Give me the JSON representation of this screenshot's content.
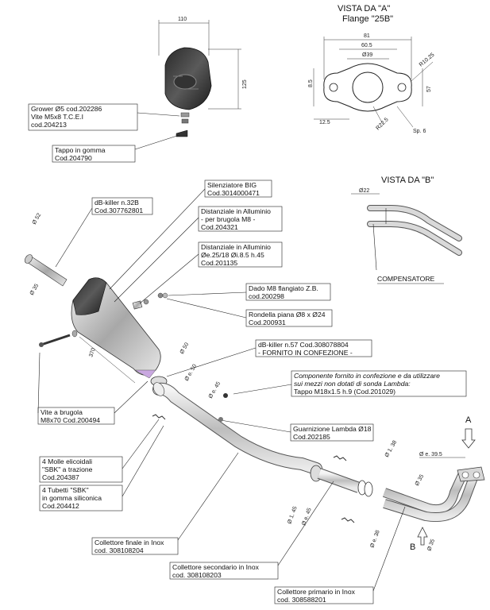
{
  "views": {
    "a_title": "VISTA DA \"A\"",
    "a_subtitle": "Flange \"25B\"",
    "b_title": "VISTA DA \"B\""
  },
  "dims": {
    "d110": "110",
    "d125": "125",
    "d81": "81",
    "d60_5": "60.5",
    "d39": "Ø39",
    "r10_25": "R10.25",
    "d8_5": "8.5",
    "d57": "57",
    "d12_5": "12.5",
    "r22_5": "R22.5",
    "sp6": "Sp. 6",
    "d22": "Ø22",
    "d52": "Ø 52",
    "d35a": "Ø 35",
    "d370": "370",
    "d50a": "Ø 50",
    "d50b": "Ø e. 50",
    "d45a": "Ø e. 45",
    "d38a": "Ø 1. 38",
    "d39_5": "Ø e. 39.5",
    "d35b": "Ø 35",
    "d45b": "Ø 1. 45",
    "d45c": "Ø e. 45",
    "d38b": "Ø e. 38",
    "d35c": "Ø 35"
  },
  "labels": {
    "grower": [
      "Grower Ø5 cod.202286",
      "Vite M5x8 T.C.E.I",
      "cod.204213"
    ],
    "tappo": [
      "Tappo in gomma",
      "Cod.204790"
    ],
    "silenziatore": [
      "Silenziatore BIG",
      "Cod.3014000471"
    ],
    "dbkiller32": [
      "dB-killer n.32B",
      "Cod.307762801"
    ],
    "distanziale1": [
      "Distanziale in Alluminio",
      "- per brugola M8 -",
      "Cod.204321"
    ],
    "distanziale2": [
      "Distanziale in Alluminio",
      "Øe.25/18 Øi.8.5 h.45",
      "Cod.201135"
    ],
    "dado": [
      "Dado M8 flangiato Z.B.",
      "cod.200298"
    ],
    "rondella": [
      "Rondella piana Ø8 x Ø24",
      "Cod.200931"
    ],
    "dbkiller57": [
      "dB-killer n.57 Cod.308078804",
      "- FORNITO IN CONFEZIONE -"
    ],
    "componente": [
      "Componente fornito in confezione e da utilizzare",
      "sui mezzi non dotati di sonda Lambda:",
      "Tappo M18x1.5 h.9  (Cod.201029)"
    ],
    "guarnizione": [
      "Guarnizione Lambda Ø18",
      "Cod.202185"
    ],
    "vite": [
      "Vite a brugola",
      "M8x70 Cod.200494"
    ],
    "molle": [
      "4 Molle elicoidali",
      "\"SBK\" a trazione",
      "Cod.204387"
    ],
    "tubetti": [
      "4 Tubetti \"SBK\"",
      "in gomma siliconica",
      "Cod.204412"
    ],
    "compensatore": "COMPENSATORE",
    "collettore_finale": [
      "Collettore finale in Inox",
      "cod. 308108204"
    ],
    "collettore_secondario": [
      "Collettore secondario in Inox",
      "cod. 308108203"
    ],
    "collettore_primario": [
      "Collettore primario in Inox",
      "cod. 308588201"
    ],
    "arrow_a": "A",
    "arrow_b": "B"
  }
}
